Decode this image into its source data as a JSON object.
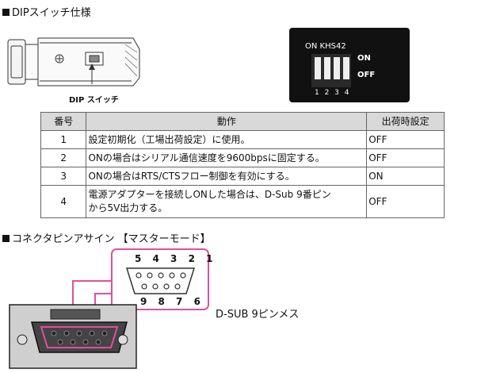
{
  "dip_section": {
    "heading": "DIPスイッチ仕様",
    "diagram_label": "DIP スイッチ",
    "photo": {
      "top_label": "ON KHS42",
      "on_label": "ON",
      "off_label": "OFF",
      "numbers": "1 2 3 4"
    }
  },
  "table": {
    "headers": [
      "番号",
      "動作",
      "出荷時設定"
    ],
    "rows": [
      {
        "no": "1",
        "desc": "設定初期化（工場出荷設定）に使用。",
        "setting": "OFF"
      },
      {
        "no": "2",
        "desc": "ONの場合はシリアル通信速度を9600bpsに固定する。",
        "setting": "OFF"
      },
      {
        "no": "3",
        "desc": "ONの場合はRTS/CTSフロー制御を有効にする。",
        "setting": "ON"
      },
      {
        "no": "4",
        "desc_line1": "電源アダプターを接続しONした場合は、D-Sub 9番ピン",
        "desc_line2": "から5V出力する。",
        "setting": "OFF"
      }
    ]
  },
  "connector_section": {
    "heading": "コネクタピンアサイン 【マスターモード】",
    "top_pins": "5 4 3 2 1",
    "bottom_pins": "9 8 7 6",
    "label": "D-SUB 9ピンメス"
  }
}
